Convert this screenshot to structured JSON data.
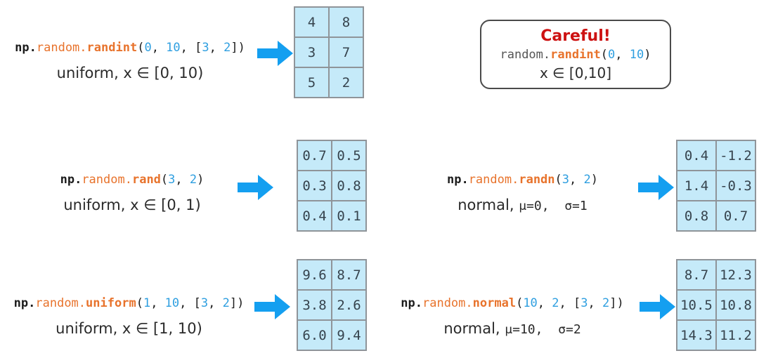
{
  "colors": {
    "code_orange": "#e8732c",
    "code_blue": "#2f9fe0",
    "code_black": "#1c1c1c",
    "module_gray": "#555555",
    "arrow_blue": "#149ff0",
    "cell_bg": "#c5eaf9",
    "cell_border": "#8f9499",
    "cell_text": "#36434d",
    "careful_red": "#cd1212",
    "caption_color": "#2a2a2a",
    "box_border": "#4a4a4a"
  },
  "sections": {
    "randint": {
      "code": {
        "np": "np.",
        "module": "random.",
        "func": "randint",
        "p1": "(",
        "n1": "0",
        "p2": ", ",
        "n2": "10",
        "p3": ", [",
        "n3": "3",
        "p4": ", ",
        "n4": "2",
        "p5": "])"
      },
      "caption": "uniform, x ∈ [0, 10)",
      "table": [
        [
          "4",
          "8"
        ],
        [
          "3",
          "7"
        ],
        [
          "5",
          "2"
        ]
      ]
    },
    "careful": {
      "title": "Careful!",
      "code": {
        "module": "random.",
        "func": "randint",
        "p1": "(",
        "n1": "0",
        "p2": ", ",
        "n2": "10",
        "p3": ")"
      },
      "caption": "x ∈ [0,10]"
    },
    "rand": {
      "code": {
        "np": "np.",
        "module": "random.",
        "func": "rand",
        "p1": "(",
        "n1": "3",
        "p2": ", ",
        "n2": "2",
        "p3": ")"
      },
      "caption": "uniform, x ∈ [0, 1)",
      "table": [
        [
          "0.7",
          "0.5"
        ],
        [
          "0.3",
          "0.8"
        ],
        [
          "0.4",
          "0.1"
        ]
      ]
    },
    "randn": {
      "code": {
        "np": "np.",
        "module": "random.",
        "func": "randn",
        "p1": "(",
        "n1": "3",
        "p2": ", ",
        "n2": "2",
        "p3": ")"
      },
      "caption_prefix": "normal, ",
      "caption_mono": "μ=0,  σ=1",
      "table": [
        [
          "0.4",
          "-1.2"
        ],
        [
          "1.4",
          "-0.3"
        ],
        [
          "0.8",
          "0.7"
        ]
      ]
    },
    "uniform": {
      "code": {
        "np": "np.",
        "module": "random.",
        "func": "uniform",
        "p1": "(",
        "n1": "1",
        "p2": ", ",
        "n2": "10",
        "p3": ", [",
        "n3": "3",
        "p4": ", ",
        "n4": "2",
        "p5": "])"
      },
      "caption": "uniform, x ∈ [1, 10)",
      "table": [
        [
          "9.6",
          "8.7"
        ],
        [
          "3.8",
          "2.6"
        ],
        [
          "6.0",
          "9.4"
        ]
      ]
    },
    "normal": {
      "code": {
        "np": "np.",
        "module": "random.",
        "func": "normal",
        "p1": "(",
        "n1": "10",
        "p2": ", ",
        "n2": "2",
        "p3": ", [",
        "n3": "3",
        "p4": ", ",
        "n4": "2",
        "p5": "])"
      },
      "caption_prefix": "normal, ",
      "caption_mono": "μ=10,  σ=2",
      "table": [
        [
          "8.7",
          "12.3"
        ],
        [
          "10.5",
          "10.8"
        ],
        [
          "14.3",
          "11.2"
        ]
      ]
    }
  }
}
